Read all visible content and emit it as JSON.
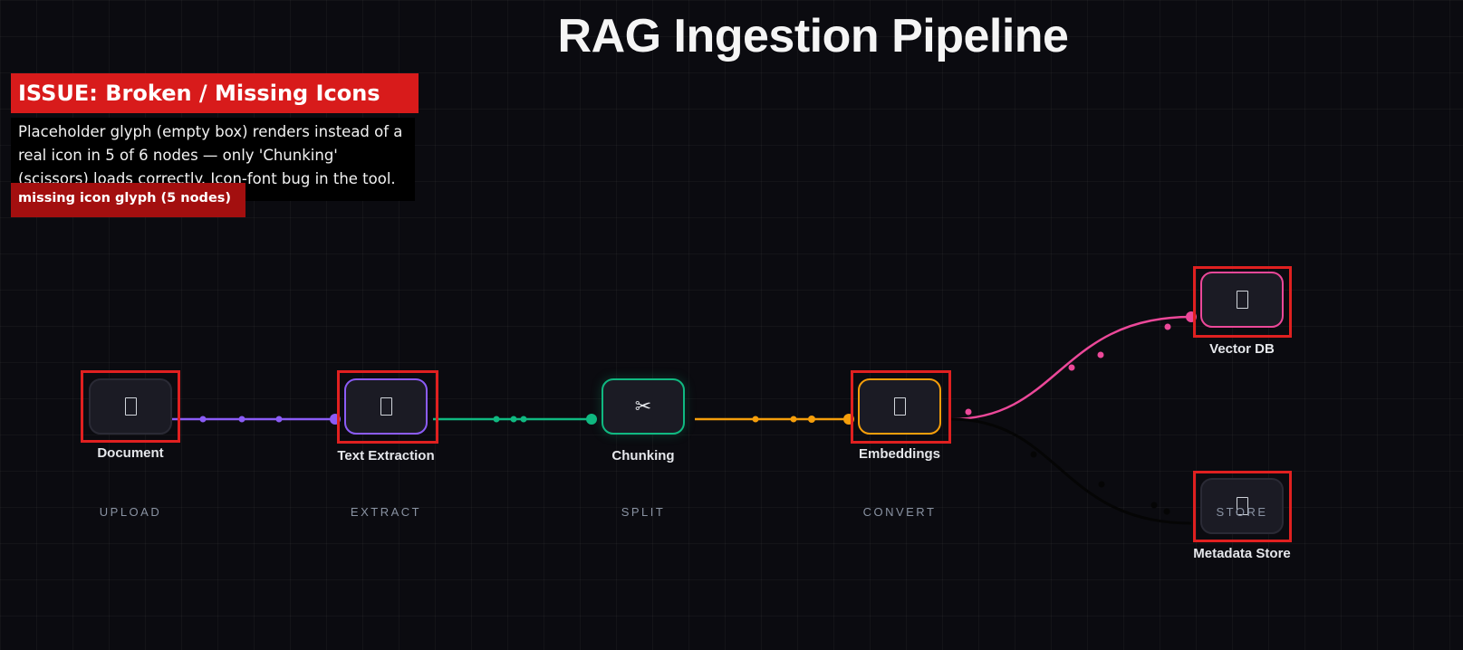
{
  "diagram": {
    "title": "RAG Ingestion Pipeline",
    "nodes": [
      {
        "id": "document",
        "label": "Document",
        "icon": "missing-glyph",
        "color": "#2a2a35"
      },
      {
        "id": "text-extraction",
        "label": "Text Extraction",
        "icon": "missing-glyph",
        "color": "#8b5cf6"
      },
      {
        "id": "chunking",
        "label": "Chunking",
        "icon": "scissors",
        "glyph": "✂",
        "color": "#10b981"
      },
      {
        "id": "embeddings",
        "label": "Embeddings",
        "icon": "missing-glyph",
        "color": "#f59e0b"
      },
      {
        "id": "vector-db",
        "label": "Vector DB",
        "icon": "missing-glyph",
        "color": "#ec4899"
      },
      {
        "id": "metadata-store",
        "label": "Metadata Store",
        "icon": "missing-glyph",
        "color": "#2a2a35"
      }
    ],
    "stages": [
      "UPLOAD",
      "EXTRACT",
      "SPLIT",
      "CONVERT",
      "STORE"
    ],
    "edges": [
      {
        "from": "document",
        "to": "text-extraction",
        "color": "#8b5cf6"
      },
      {
        "from": "text-extraction",
        "to": "chunking",
        "color": "#10b981"
      },
      {
        "from": "chunking",
        "to": "embeddings",
        "color": "#f59e0b"
      },
      {
        "from": "embeddings",
        "to": "vector-db",
        "color": "#ec4899"
      },
      {
        "from": "embeddings",
        "to": "metadata-store",
        "color": "#050505"
      }
    ]
  },
  "annotation": {
    "title": "ISSUE: Broken / Missing Icons",
    "description": "Placeholder glyph (empty box) renders instead of a real icon in 5 of 6 nodes — only 'Chunking' (scissors) loads correctly. Icon-font bug in the tool.",
    "tag": "missing icon glyph (5 nodes)",
    "highlight_color": "#e02020"
  }
}
